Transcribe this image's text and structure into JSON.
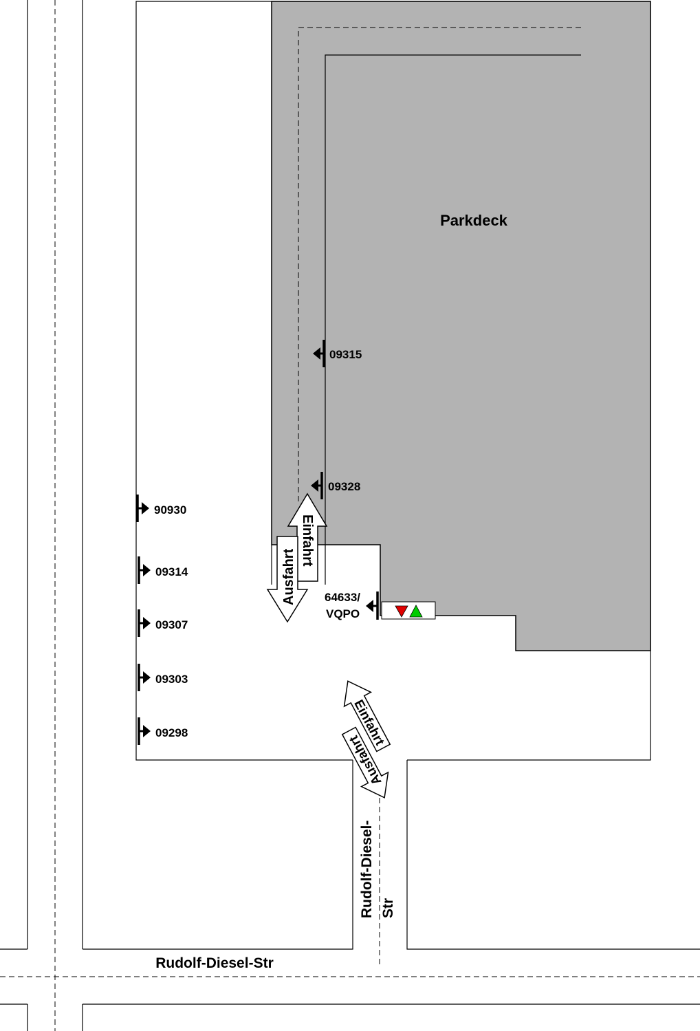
{
  "building": {
    "label": "Parkdeck",
    "fill": "#b3b3b3"
  },
  "streets": {
    "main": "Rudolf-Diesel-Str",
    "side_line1": "Rudolf-Diesel-",
    "side_line2": "Str"
  },
  "arrows": {
    "entry": "Einfahrt",
    "exit": "Ausfahrt"
  },
  "detectors": {
    "d09315": "09315",
    "d09328": "09328",
    "d90930": "90930",
    "d09314": "09314",
    "d09307": "09307",
    "d09303": "09303",
    "d09298": "09298",
    "controller_line1": "64633/",
    "controller_line2": "VQPO"
  },
  "signal": {
    "red": "#e00000",
    "green": "#00cc00"
  }
}
